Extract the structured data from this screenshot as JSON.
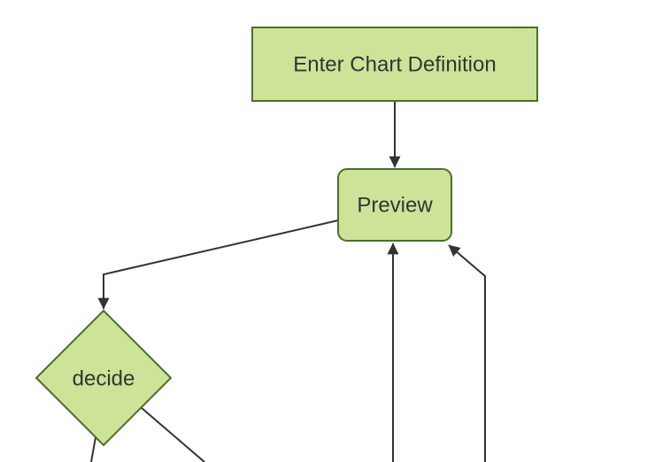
{
  "diagram": {
    "type": "flowchart",
    "direction": "top-down",
    "colors": {
      "background": "#ffffff",
      "node_fill": "#cde498",
      "node_border": "#48702c",
      "edge_color": "#333333",
      "arrowhead_color": "#333333",
      "text_color": "#333333"
    },
    "nodes": [
      {
        "id": "enter-chart-definition",
        "label": "Enter Chart Definition",
        "shape": "rectangle"
      },
      {
        "id": "preview",
        "label": "Preview",
        "shape": "rounded-rectangle"
      },
      {
        "id": "decide",
        "label": "decide",
        "shape": "diamond"
      }
    ],
    "edges": [
      {
        "from": "enter-chart-definition",
        "to": "preview",
        "arrowhead": true
      },
      {
        "from": "preview",
        "to": "decide",
        "arrowhead": true
      },
      {
        "from": "offscreen-bottom",
        "to": "preview",
        "arrowhead": true
      },
      {
        "from": "offscreen-bottom-right",
        "to": "preview",
        "arrowhead": true
      },
      {
        "from": "decide",
        "to": "offscreen-bottom-left",
        "arrowhead": false
      },
      {
        "from": "decide",
        "to": "offscreen-bottom-right",
        "arrowhead": false
      }
    ]
  }
}
